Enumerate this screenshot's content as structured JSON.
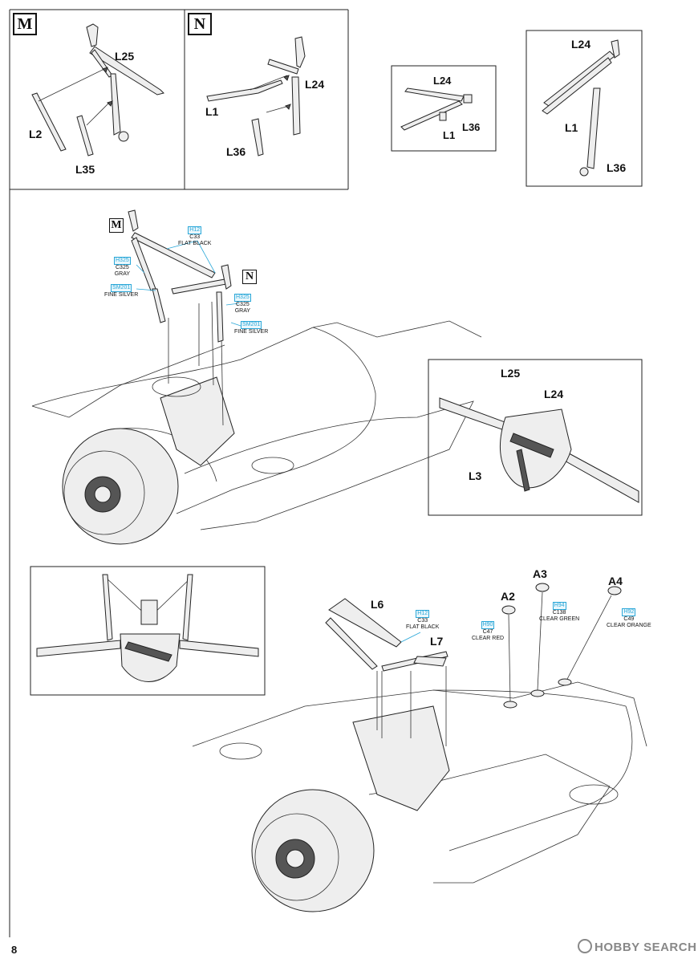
{
  "page_number": "8",
  "watermark": "HOBBY SEARCH",
  "step_labels": {
    "m": "M",
    "n": "N"
  },
  "parts": {
    "L1": "L1",
    "L2": "L2",
    "L3": "L3",
    "L6": "L6",
    "L7": "L7",
    "L24": "L24",
    "L25": "L25",
    "L35": "L35",
    "L36": "L36",
    "A2": "A2",
    "A3": "A3",
    "A4": "A4"
  },
  "paints": {
    "flat_black_a": {
      "h": "H12",
      "c": "C33",
      "name": "FLAT BLACK"
    },
    "gray_m": {
      "h": "H325",
      "c": "C325",
      "name": "GRAY"
    },
    "silver_m": {
      "h": "SM201",
      "name": "FINE SILVER"
    },
    "gray_n": {
      "h": "H325",
      "c": "C325",
      "name": "GRAY"
    },
    "silver_n": {
      "h": "SM201",
      "name": "FINE SILVER"
    },
    "flat_black_b": {
      "h": "H12",
      "c": "C33",
      "name": "FLAT BLACK"
    },
    "clear_red": {
      "h": "H90",
      "c": "C47",
      "name": "CLEAR RED"
    },
    "clear_green": {
      "h": "H94",
      "c": "C138",
      "name": "CLEAR GREEN"
    },
    "clear_orange": {
      "h": "H92",
      "c": "C49",
      "name": "CLEAR ORANGE"
    }
  }
}
